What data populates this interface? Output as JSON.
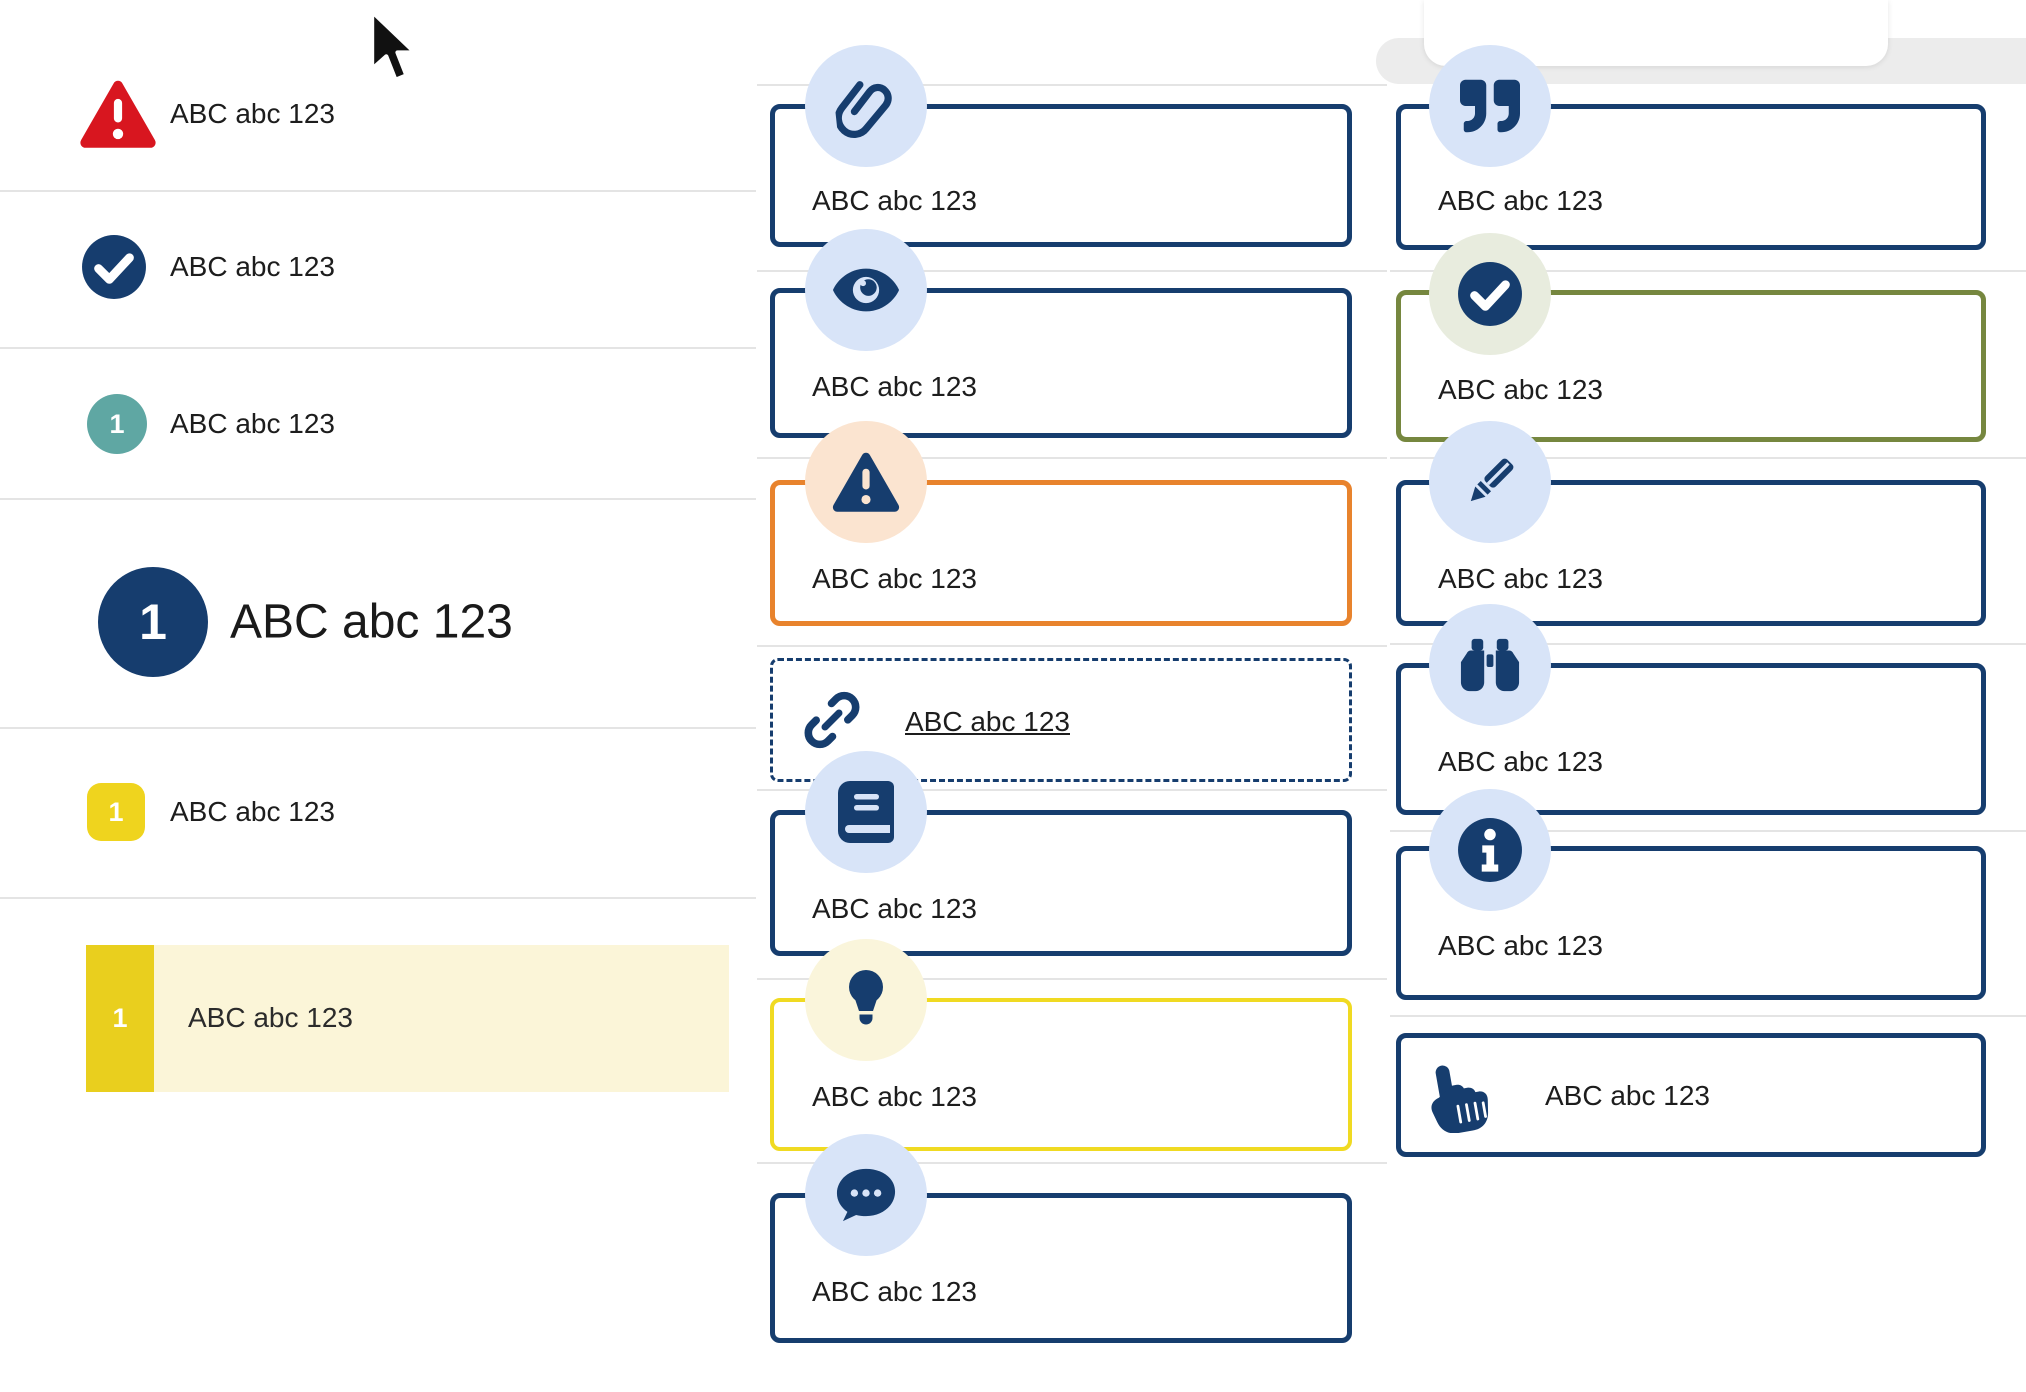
{
  "palette": {
    "navy": "#163D6E",
    "light_blue_badge": "#D8E4F8",
    "red_warning": "#D8161F",
    "teal_badge": "#5FA7A3",
    "yellow_badge": "#EFD41E",
    "yellow_block": "#E9CF1E",
    "highlight_row_bg": "#FBF5D8",
    "orange_border": "#E8832D",
    "peach_badge_bg": "#FBE4D0",
    "yellow_border": "#F0DA22",
    "cream_badge_bg": "#FAF5DB",
    "olive_border": "#76873F",
    "pale_green_badge_bg": "#E8ECDE",
    "separator": "#e4e4e4",
    "text": "#1d1d1d"
  },
  "left_list": {
    "items": [
      {
        "icon": "warning-triangle-icon",
        "label": "ABC abc 123"
      },
      {
        "icon": "check-circle-icon",
        "label": "ABC abc 123"
      },
      {
        "icon": "number-badge-teal",
        "badge": "1",
        "label": "ABC abc 123"
      },
      {
        "icon": "number-badge-navy-large",
        "badge": "1",
        "label": "ABC abc 123"
      },
      {
        "icon": "number-badge-yellow",
        "badge": "1",
        "label": "ABC abc 123"
      },
      {
        "icon": "number-badge-yellow-block",
        "badge": "1",
        "label": "ABC abc 123",
        "highlighted": true
      }
    ]
  },
  "middle_callouts": [
    {
      "icon": "paperclip-icon",
      "label": "ABC abc 123",
      "style": "navy"
    },
    {
      "icon": "eye-icon",
      "label": "ABC abc 123",
      "style": "navy"
    },
    {
      "icon": "warning-icon",
      "label": "ABC abc 123",
      "style": "orange"
    },
    {
      "icon": "link-icon",
      "label": "ABC abc 123",
      "style": "dashed-link"
    },
    {
      "icon": "book-icon",
      "label": "ABC abc 123",
      "style": "navy"
    },
    {
      "icon": "lightbulb-icon",
      "label": "ABC abc 123",
      "style": "yellow"
    },
    {
      "icon": "comment-dots-icon",
      "label": "ABC abc 123",
      "style": "navy"
    }
  ],
  "right_callouts": [
    {
      "icon": "quote-right-icon",
      "label": "ABC abc 123",
      "style": "navy"
    },
    {
      "icon": "check-circle-icon",
      "label": "ABC abc 123",
      "style": "green"
    },
    {
      "icon": "pencil-icon",
      "label": "ABC abc 123",
      "style": "navy"
    },
    {
      "icon": "binoculars-icon",
      "label": "ABC abc 123",
      "style": "navy"
    },
    {
      "icon": "info-circle-icon",
      "label": "ABC abc 123",
      "style": "navy"
    },
    {
      "icon": "hand-pointer-icon",
      "label": "ABC abc 123",
      "style": "navy-compact"
    }
  ]
}
